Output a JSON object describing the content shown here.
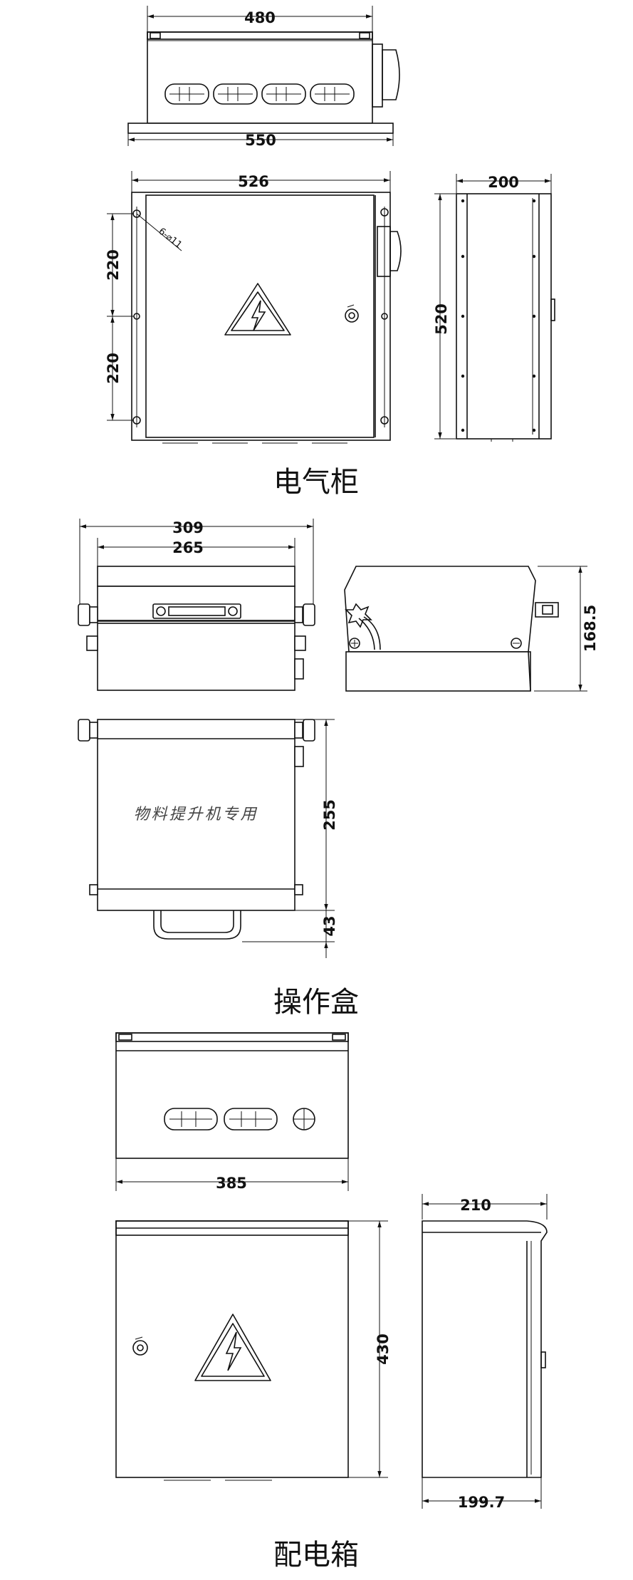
{
  "sections": {
    "cabinet": {
      "caption": "电气柜",
      "dims": {
        "top_width": "480",
        "base_width": "550",
        "front_width": "526",
        "side_depth": "200",
        "height": "520",
        "hole_spacing_upper": "220",
        "hole_spacing_lower": "220",
        "hole_note": "6-⌀11"
      }
    },
    "operation_box": {
      "caption": "操作盒",
      "brand_text": "物料提升机专用",
      "dims": {
        "overall_width": "309",
        "body_width": "265",
        "side_height": "168.5",
        "front_height": "255",
        "handle_height": "43"
      }
    },
    "distribution_box": {
      "caption": "配电箱",
      "dims": {
        "top_width": "385",
        "side_depth_top": "210",
        "side_depth_bottom": "199.7",
        "height": "430"
      }
    }
  }
}
